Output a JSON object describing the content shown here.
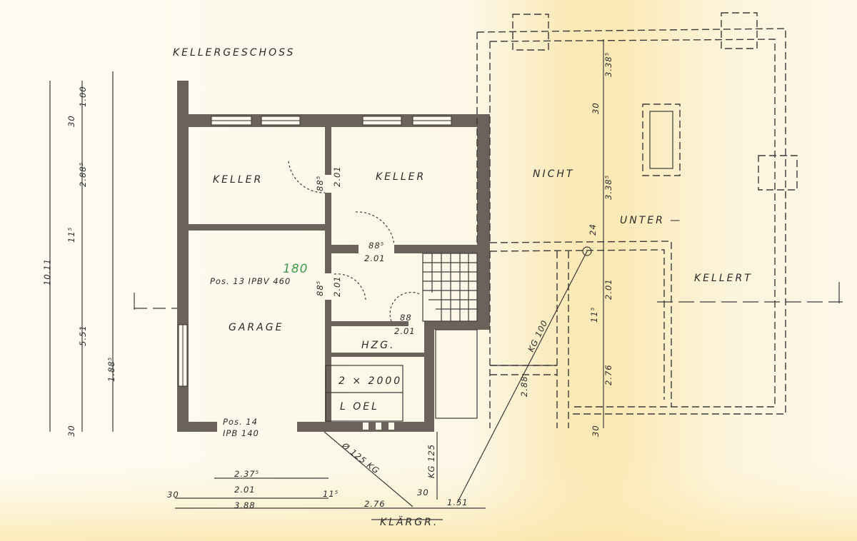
{
  "title": "KELLERGESCHOSS",
  "rooms": {
    "keller_left": "KELLER",
    "keller_right": "KELLER",
    "garage": "GARAGE",
    "hzg": "HZG.",
    "oel_line1": "2 × 2000",
    "oel_line2": "L OEL",
    "nicht": "NICHT",
    "unter": "UNTER —",
    "kellert": "KELLERT"
  },
  "beams": {
    "pos13": "Pos. 13 IPBV 460",
    "pos13_note": "180",
    "pos14": "Pos. 14",
    "pos14_beam": "IPB 140"
  },
  "doors": {
    "door1_w": "88⁵",
    "door1_h": "2.01",
    "door2_w": "88⁵",
    "door2_h": "2.01",
    "door3_w": "88⁵",
    "door3_h": "2.01",
    "door4_w": "88",
    "door4_h": "2.01"
  },
  "pipes": {
    "pipe1": "Ø 125 KG",
    "pipe2": "KG 125",
    "pipe3": "KG 100",
    "pipe4": "2.88"
  },
  "dimensions": {
    "left_total": "10.11",
    "left_100": "1.00",
    "left_30top": "30",
    "left_288": "2.88⁵",
    "left_115": "11⁵",
    "left_551": "5.51",
    "left_188": "1.88⁵",
    "left_30bot": "30",
    "bottom_237": "2.37⁵",
    "bottom_201": "2.01",
    "bottom_388": "3.88",
    "bottom_30": "30",
    "bottom_115": "11⁵",
    "bottom_276": "2.76",
    "bottom_30b": "30",
    "bottom_151": "1.51",
    "klaergr": "KLÄRGR.",
    "right_338top": "3.38⁵",
    "right_30top": "30",
    "right_338": "3.38⁵",
    "right_24": "24",
    "right_201": "2.01",
    "right_115": "11⁵",
    "right_276": "2.76",
    "right_30bot": "30"
  }
}
